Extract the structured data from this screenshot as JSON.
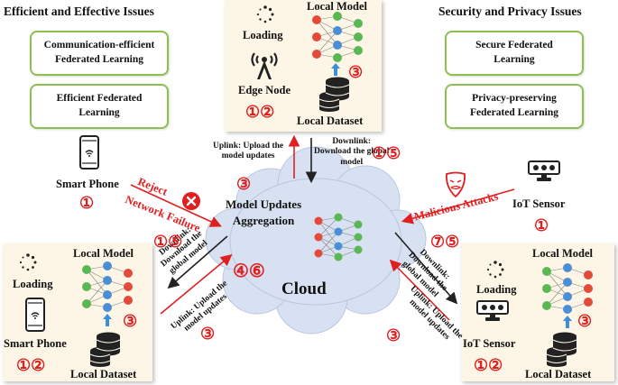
{
  "left_section": {
    "heading": "Efficient and Effective Issues",
    "boxes": [
      "Communication-efficient\nFederated Learning",
      "Efficient Federated\nLearning"
    ]
  },
  "right_section": {
    "heading": "Security and Privacy Issues",
    "boxes": [
      "Secure Federated\nLearning",
      "Privacy-preserving\nFederated Learning"
    ]
  },
  "edge_panel": {
    "loading": "Loading",
    "model": "Local Model",
    "device": "Edge Node",
    "dataset": "Local Dataset",
    "step_model": "③",
    "step_device": "①②"
  },
  "smartphone_top": {
    "label": "Smart Phone",
    "step": "①"
  },
  "iot_top": {
    "label": "IoT Sensor",
    "step": "①"
  },
  "bl_panel": {
    "loading": "Loading",
    "model": "Local Model",
    "device": "Smart Phone",
    "dataset": "Local Dataset",
    "step_model": "③",
    "step_device": "①②"
  },
  "br_panel": {
    "loading": "Loading",
    "model": "Local Model",
    "device": "IoT Sensor",
    "dataset": "Local Dataset",
    "step_model": "③",
    "step_device": "①②"
  },
  "cloud": {
    "title": "Model Updates\nAggregation",
    "label": "Cloud",
    "step": "④⑥"
  },
  "links": {
    "top_uplink": "Uplink: Upload the\nmodel updates",
    "top_uplink_step": "③",
    "top_downlink": "Downlink:\nDownload the  global\nmodel",
    "top_downlink_step": "①⑤",
    "left_downlink": "Downlink:\nDownload the\nglobal model",
    "left_downlink_step": "①⑤",
    "left_uplink": "Uplink: Upload the\nmodel updates",
    "left_uplink_step": "③",
    "right_downlink": "Downlink:\nDownload the\nglobal model",
    "right_downlink_step": "⑦⑤",
    "right_uplink": "Uplink: Upload the\nmodel updates",
    "right_uplink_step": "③"
  },
  "rejections": {
    "reject": "Reject",
    "network_failure": "Network Failure",
    "malicious": "Malicious Attacks"
  },
  "colors": {
    "red": "#e02020",
    "green_border": "#8cc152",
    "panel_bg": "#fdf6e6",
    "cloud": "#d3ddf0",
    "node_red": "#e34a3a",
    "node_green": "#59b852",
    "node_blue": "#4a8fd6"
  }
}
